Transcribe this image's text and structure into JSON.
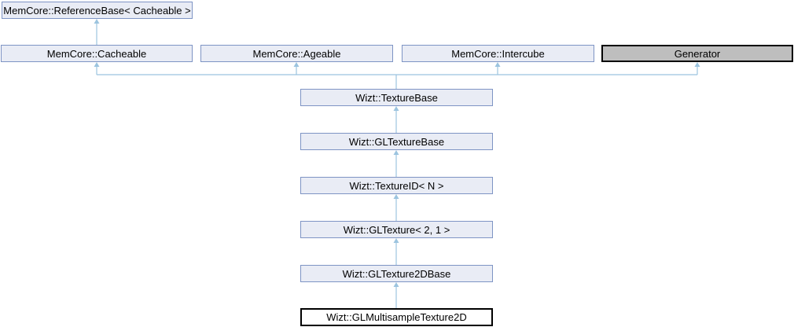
{
  "diagram": {
    "type": "class-inheritance-graph",
    "nodes": [
      {
        "label": "MemCore::ReferenceBase< Cacheable >",
        "style": "normal"
      },
      {
        "label": "MemCore::Cacheable",
        "style": "normal"
      },
      {
        "label": "MemCore::Ageable",
        "style": "normal"
      },
      {
        "label": "MemCore::Intercube",
        "style": "normal"
      },
      {
        "label": "Generator",
        "style": "undocumented"
      },
      {
        "label": "Wizt::TextureBase",
        "style": "normal"
      },
      {
        "label": "Wizt::GLTextureBase",
        "style": "normal"
      },
      {
        "label": "Wizt::TextureID< N >",
        "style": "normal"
      },
      {
        "label": "Wizt::GLTexture< 2, 1 >",
        "style": "normal"
      },
      {
        "label": "Wizt::GLTexture2DBase",
        "style": "normal"
      },
      {
        "label": "Wizt::GLMultisampleTexture2D",
        "style": "current"
      }
    ],
    "edges": [
      {
        "from": "MemCore::Cacheable",
        "to": "MemCore::ReferenceBase< Cacheable >"
      },
      {
        "from": "Wizt::TextureBase",
        "to": "MemCore::Cacheable"
      },
      {
        "from": "Wizt::TextureBase",
        "to": "MemCore::Ageable"
      },
      {
        "from": "Wizt::TextureBase",
        "to": "MemCore::Intercube"
      },
      {
        "from": "Wizt::TextureBase",
        "to": "Generator"
      },
      {
        "from": "Wizt::GLTextureBase",
        "to": "Wizt::TextureBase"
      },
      {
        "from": "Wizt::TextureID< N >",
        "to": "Wizt::GLTextureBase"
      },
      {
        "from": "Wizt::GLTexture< 2, 1 >",
        "to": "Wizt::TextureID< N >"
      },
      {
        "from": "Wizt::GLTexture2DBase",
        "to": "Wizt::GLTexture< 2, 1 >"
      },
      {
        "from": "Wizt::GLMultisampleTexture2D",
        "to": "Wizt::GLTexture2DBase"
      }
    ],
    "colors": {
      "node_fill": "#E9ECF5",
      "node_border": "#7E94C4",
      "edge": "#9CC4DF",
      "undocumented_fill": "#BEBEBE",
      "undocumented_border": "#000000",
      "current_fill": "#FFFFFF",
      "current_border": "#000000",
      "text": "#000000",
      "background": "#FFFFFF"
    }
  }
}
